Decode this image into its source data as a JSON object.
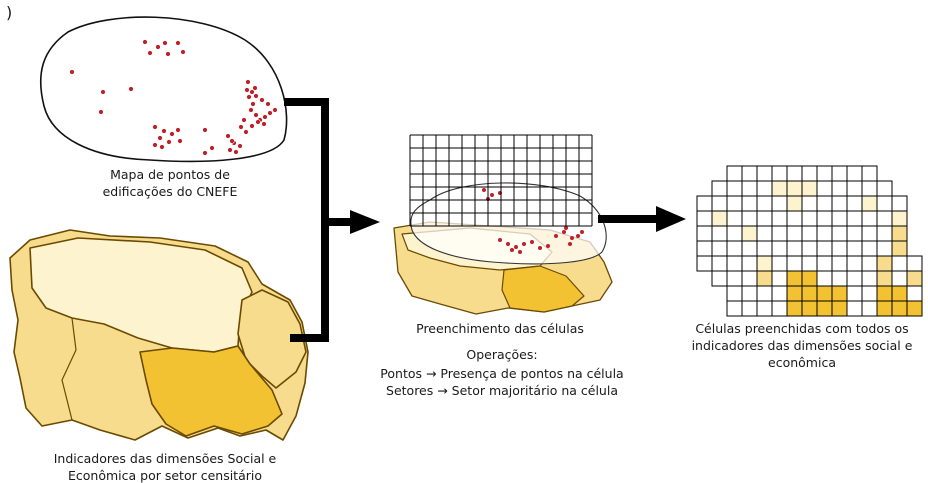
{
  "panel_marker": ")",
  "cnefe_caption": [
    "Mapa de pontos de",
    "edificações do CNEFE"
  ],
  "sectors_caption": [
    "Indicadores das dimensões Social e",
    "Econômica por setor censitário"
  ],
  "fill_caption": "Preenchimento das células",
  "operations": {
    "title": "Operações:",
    "lines": [
      "Pontos → Presença de pontos na célula",
      "Setores → Setor majoritário na célula"
    ]
  },
  "result_caption": [
    "Células preenchidas com todos os",
    "indicadores das dimensões social e",
    "econômica"
  ],
  "colors": {
    "point_fill": "#c0202a",
    "sector_light": "#fdf3cf",
    "sector_mid": "#f8dc8e",
    "sector_strong": "#f3c232",
    "sector_dark": "#e3a90c",
    "arrow": "#000000"
  }
}
